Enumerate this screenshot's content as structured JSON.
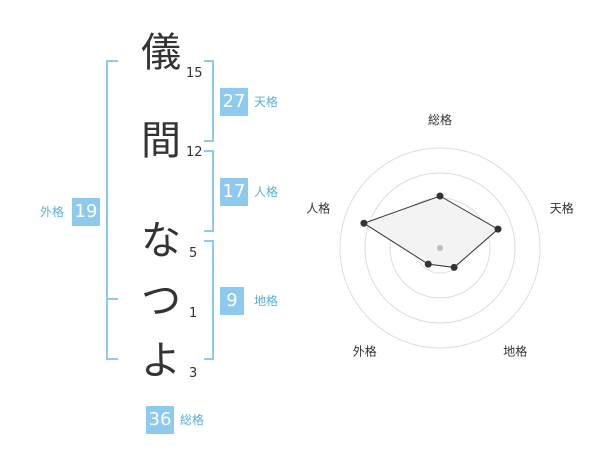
{
  "name": {
    "chars": [
      {
        "char": "儀",
        "strokes": "15"
      },
      {
        "char": "間",
        "strokes": "12"
      },
      {
        "char": "な",
        "strokes": "5"
      },
      {
        "char": "つ",
        "strokes": "1"
      },
      {
        "char": "よ",
        "strokes": "3"
      }
    ]
  },
  "kaku": {
    "tenkaku": {
      "value": "27",
      "label": "天格"
    },
    "jinkaku": {
      "value": "17",
      "label": "人格"
    },
    "chikaku": {
      "value": "9",
      "label": "地格"
    },
    "gaikaku": {
      "value": "19",
      "label": "外格"
    },
    "soukaku": {
      "value": "36",
      "label": "総格"
    }
  },
  "chart_data": {
    "type": "radar",
    "axes": [
      "総格",
      "天格",
      "地格",
      "外格",
      "人格"
    ],
    "values": [
      0.52,
      0.61,
      0.24,
      0.2,
      0.8
    ],
    "rings": 4,
    "colors": {
      "fill": "#f2f2f2",
      "line": "#333333",
      "grid": "#dddddd",
      "center": "#bbbbbb"
    }
  }
}
